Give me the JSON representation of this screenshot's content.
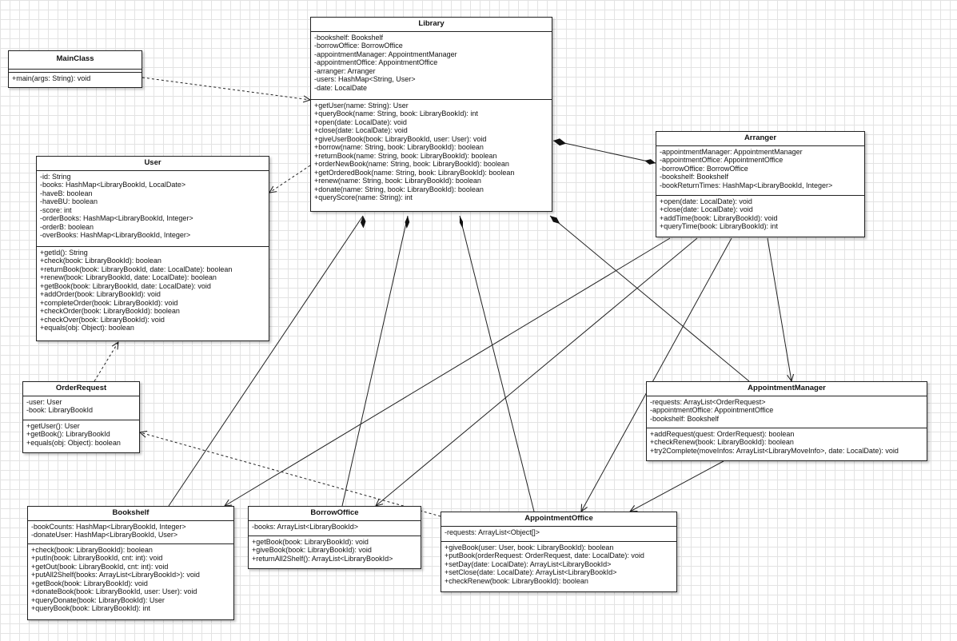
{
  "classes": {
    "library": {
      "name": "Library",
      "attributes": [
        "-bookshelf: Bookshelf",
        "-borrowOffice: BorrowOffice",
        "-appointmentManager: AppointmentManager",
        "-appointmentOffice: AppointmentOffice",
        "-arranger: Arranger",
        "-users: HashMap<String, User>",
        "-date: LocalDate"
      ],
      "methods": [
        "+getUser(name: String): User",
        "+queryBook(name: String, book: LibraryBookId): int",
        "+open(date: LocalDate): void",
        "+close(date: LocalDate): void",
        "+giveUserBook(book: LibraryBookId, user: User): void",
        "+borrow(name: String, book: LibraryBookId): boolean",
        "+returnBook(name: String, book: LibraryBookId): boolean",
        "+orderNewBook(name: String, book: LibraryBookId): boolean",
        "+getOrderedBook(name: String, book: LibraryBookId): boolean",
        "+renew(name: String, book: LibraryBookId): boolean",
        "+donate(name: String, book: LibraryBookId): boolean",
        "+queryScore(name: String): int"
      ]
    },
    "mainclass": {
      "name": "MainClass",
      "attributes": [],
      "methods": [
        "+main(args: String): void"
      ]
    },
    "user": {
      "name": "User",
      "attributes": [
        "-id: String",
        "-books: HashMap<LibraryBookId, LocalDate>",
        "-haveB: boolean",
        "-haveBU: boolean",
        "-score: int",
        "-orderBooks: HashMap<LibraryBookId, Integer>",
        "-orderB: boolean",
        "-overBooks: HashMap<LibraryBookId, Integer>"
      ],
      "methods": [
        "+getId(): String",
        "+check(book: LibraryBookId): boolean",
        "+returnBook(book: LibraryBookId, date: LocalDate): boolean",
        "+renew(book: LibraryBookId, date: LocalDate): boolean",
        "+getBook(book: LibraryBookId, date: LocalDate): void",
        "+addOrder(book: LibraryBookId): void",
        "+completeOrder(book: LibraryBookId): void",
        "+checkOrder(book: LibraryBookId): boolean",
        "+checkOver(book: LibraryBookId): void",
        "+equals(obj: Object): boolean"
      ]
    },
    "arranger": {
      "name": "Arranger",
      "attributes": [
        "-appointmentManager: AppointmentManager",
        "-appointmentOffice: AppointmentOffice",
        "-borrowOffice: BorrowOffice",
        "-bookshelf: Bookshelf",
        "-bookReturnTimes: HashMap<LibraryBookId, Integer>"
      ],
      "methods": [
        "+open(date: LocalDate): void",
        "+close(date: LocalDate): void",
        "+addTime(book: LibraryBookId): void",
        "+queryTime(book: LibraryBookId): int"
      ]
    },
    "orderrequest": {
      "name": "OrderRequest",
      "attributes": [
        "-user: User",
        "-book: LibraryBookId"
      ],
      "methods": [
        "+getUser(): User",
        "+getBook(): LibraryBookId",
        "+equals(obj: Object): boolean"
      ]
    },
    "appointmentmanager": {
      "name": "AppointmentManager",
      "attributes": [
        "-requests: ArrayList<OrderRequest>",
        "-appointmentOffice: AppointmentOffice",
        "-bookshelf: Bookshelf"
      ],
      "methods": [
        "+addRequest(quest: OrderRequest): boolean",
        "+checkRenew(book: LibraryBookId): boolean",
        "+try2Complete(moveInfos: ArrayList<LibraryMoveInfo>, date: LocalDate): void"
      ]
    },
    "bookshelf": {
      "name": "Bookshelf",
      "attributes": [
        "-bookCounts: HashMap<LibraryBookId, Integer>",
        "-donateUser: HashMap<LibraryBookId, User>"
      ],
      "methods": [
        "+check(book: LibraryBookId): boolean",
        "+putIn(book: LibraryBookId, cnt: int): void",
        "+getOut(book: LibraryBookId, cnt: int): void",
        "+putAll2Shelf(books: ArrayList<LibraryBookId>): void",
        "+getBook(book: LibraryBookId): void",
        "+donateBook(book: LibraryBookId, user: User): void",
        "+queryDonate(book: LibraryBookId): User",
        "+queryBook(book: LibraryBookId): int"
      ]
    },
    "borrowoffice": {
      "name": "BorrowOffice",
      "attributes": [
        "-books: ArrayList<LibraryBookId>"
      ],
      "methods": [
        "+getBook(book: LibraryBookId): void",
        "+giveBook(book: LibraryBookId): void",
        "+returnAll2Shelf(): ArrayList<LibraryBookId>"
      ]
    },
    "appointmentoffice": {
      "name": "AppointmentOffice",
      "attributes": [
        "-requests: ArrayList<Object[]>"
      ],
      "methods": [
        "+giveBook(user: User, book: LibraryBookId): boolean",
        "+putBook(orderRequest: OrderRequest, date: LocalDate): void",
        "+setDay(date: LocalDate): ArrayList<LibraryBookId>",
        "+setClose(date: LocalDate): ArrayList<LibraryBookId>",
        "+checkRenew(book: LibraryBookId): boolean"
      ]
    }
  },
  "relations": [
    {
      "type": "dependency",
      "from": "mainclass",
      "to": "library"
    },
    {
      "type": "dependency",
      "from": "library",
      "to": "user"
    },
    {
      "type": "dependency",
      "from": "orderrequest",
      "to": "user"
    },
    {
      "type": "dependency",
      "from": "appointmentoffice",
      "to": "orderrequest"
    },
    {
      "type": "composition",
      "whole": "library",
      "part": "arranger"
    },
    {
      "type": "composition",
      "whole": "library",
      "part": "bookshelf"
    },
    {
      "type": "composition",
      "whole": "library",
      "part": "borroweoffice_alias_borrowoffice"
    },
    {
      "type": "composition",
      "whole": "library",
      "part": "appointmentoffice"
    },
    {
      "type": "composition",
      "whole": "library",
      "part": "appointmentmanager"
    },
    {
      "type": "association",
      "from": "arranger",
      "to": "bookshelf"
    },
    {
      "type": "association",
      "from": "arranger",
      "to": "borrowoffice"
    },
    {
      "type": "association",
      "from": "arranger",
      "to": "appointmentoffice"
    },
    {
      "type": "association",
      "from": "arranger",
      "to": "appointmentmanager"
    },
    {
      "type": "association",
      "from": "appointmentmanager",
      "to": "appointmentoffice"
    }
  ],
  "colors": {
    "stroke": "#222222",
    "box": "#ffffff",
    "grid": "#e3e3e3"
  }
}
